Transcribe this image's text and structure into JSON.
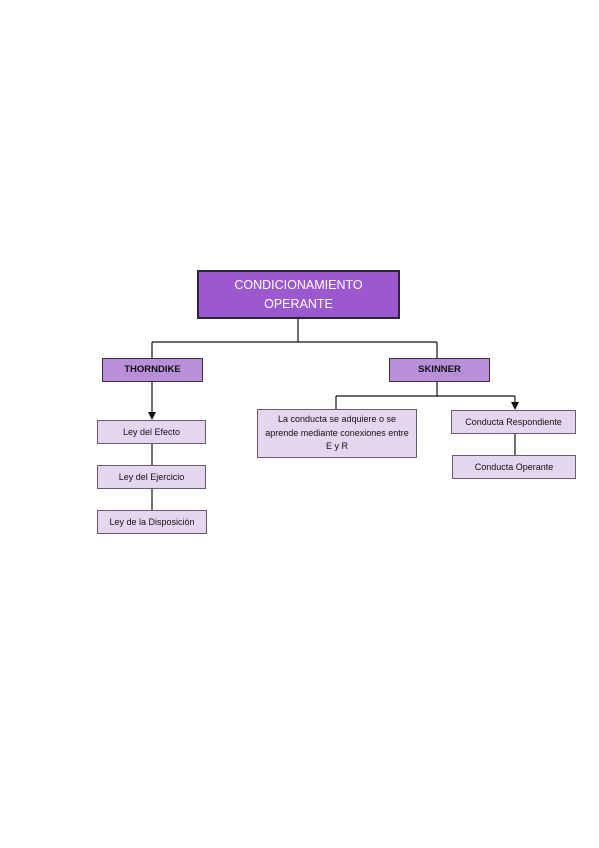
{
  "diagram": {
    "root": {
      "label": "CONDICIONAMIENTO OPERANTE"
    },
    "thorndike": {
      "label": "THORNDIKE",
      "laws": [
        "Ley del Efecto",
        "Ley del Ejercicio",
        "Ley de la Disposición"
      ]
    },
    "skinner": {
      "label": "SKINNER",
      "description": "La conducta se adquiere o se aprende mediante conexiones entre E y R",
      "types": [
        "Conducta Respondiente",
        "Conducta Operante"
      ]
    }
  },
  "colors": {
    "root_fill": "#9c59cf",
    "level1_fill": "#b98fd9",
    "level2_fill": "#e5d6f0",
    "connector": "#111111"
  }
}
